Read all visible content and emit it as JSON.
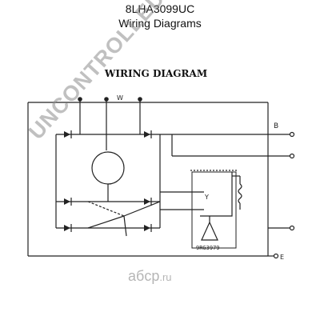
{
  "header": {
    "part_number": "8LHA3099UC",
    "subtitle": "Wiring Diagrams"
  },
  "diagram": {
    "title": "WIRING DIAGRAM",
    "terminals": {
      "top_middle": "W",
      "b_plus": "B",
      "ground": "E",
      "regulator_y": "Y"
    },
    "regulator_code": "9RG3979"
  },
  "watermark": {
    "text": "UNCONTROLLED COPY"
  },
  "brand": {
    "name": "aбcp",
    "domain": ".ru"
  },
  "colors": {
    "line": "#222222",
    "watermark": "#8c8c8c"
  }
}
